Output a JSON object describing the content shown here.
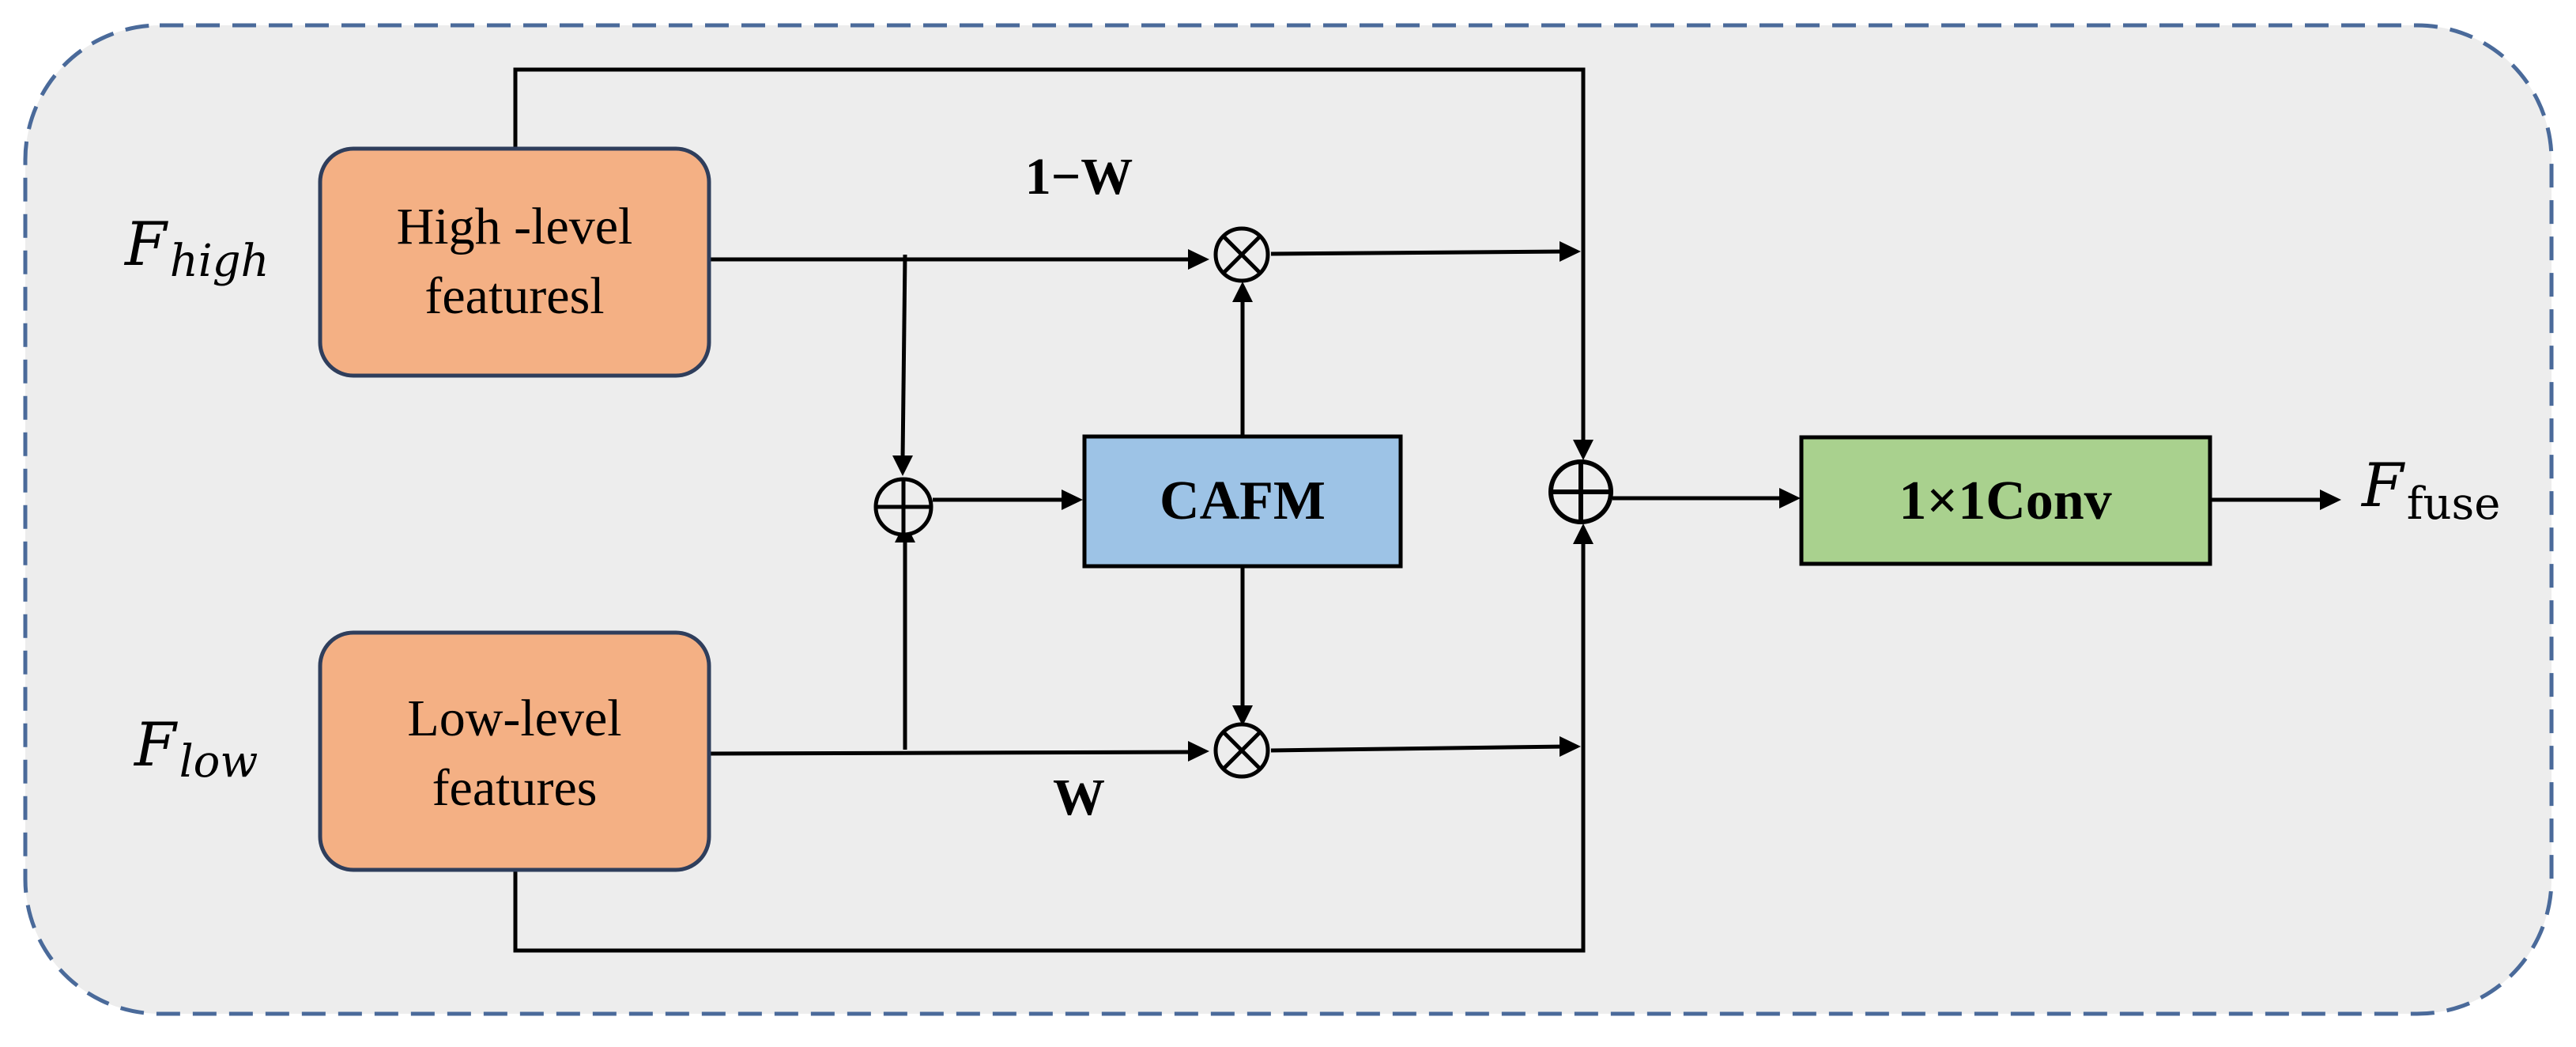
{
  "colors": {
    "background": "#ededed",
    "frame_border": "#4a6a9a",
    "feature_box_fill": "#f4b084",
    "feature_box_border": "#2f3e5c",
    "cafm_fill": "#9dc3e6",
    "conv_fill": "#a9d18e",
    "line": "#000000"
  },
  "inputs": {
    "high": {
      "symbol": "F",
      "subscript": "high"
    },
    "low": {
      "symbol": "F",
      "subscript": "low"
    }
  },
  "boxes": {
    "high_features": {
      "line1": "High -level",
      "line2": "featuresl"
    },
    "low_features": {
      "line1": "Low-level",
      "line2": "features"
    },
    "cafm": {
      "label": "CAFM"
    },
    "conv": {
      "label": "1×1Conv"
    }
  },
  "weights": {
    "top": "1−W",
    "bottom": "W"
  },
  "output": {
    "symbol": "F",
    "subscript": "fuse"
  },
  "icons": {
    "add_small": "plus-circle-icon",
    "multiply_top": "times-circle-icon",
    "multiply_bottom": "times-circle-icon",
    "add_large": "plus-circle-icon"
  }
}
